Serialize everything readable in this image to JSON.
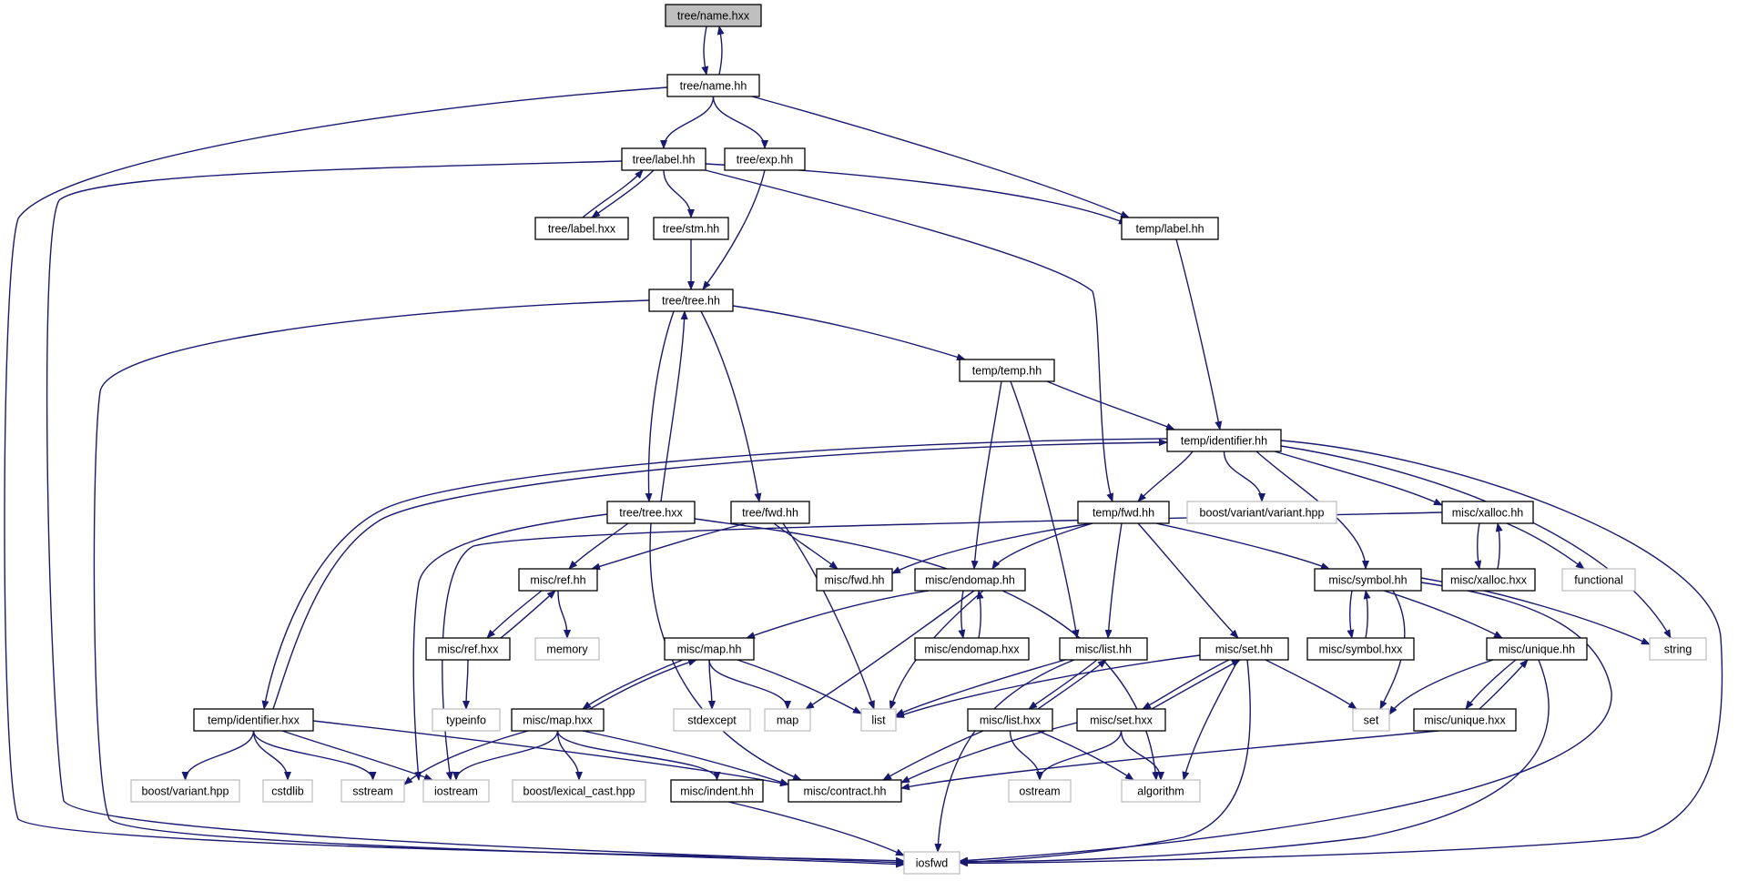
{
  "diagram": {
    "type": "include-dependency-graph",
    "colors": {
      "edge": "#191970",
      "root_fill": "#bfbfbf",
      "system_border": "#bfbfbf",
      "header_border": "#000000"
    },
    "nodes": [
      {
        "id": "n0",
        "label": "tree/name.hxx",
        "kind": "root"
      },
      {
        "id": "n1",
        "label": "tree/name.hh",
        "kind": "header"
      },
      {
        "id": "n2",
        "label": "tree/label.hh",
        "kind": "header"
      },
      {
        "id": "n3",
        "label": "tree/exp.hh",
        "kind": "header"
      },
      {
        "id": "n4",
        "label": "tree/label.hxx",
        "kind": "header"
      },
      {
        "id": "n5",
        "label": "tree/stm.hh",
        "kind": "header"
      },
      {
        "id": "n6",
        "label": "temp/label.hh",
        "kind": "header"
      },
      {
        "id": "n7",
        "label": "tree/tree.hh",
        "kind": "header"
      },
      {
        "id": "n8",
        "label": "temp/temp.hh",
        "kind": "header"
      },
      {
        "id": "n9",
        "label": "temp/identifier.hh",
        "kind": "header"
      },
      {
        "id": "n10",
        "label": "tree/tree.hxx",
        "kind": "header"
      },
      {
        "id": "n11",
        "label": "tree/fwd.hh",
        "kind": "header"
      },
      {
        "id": "n12",
        "label": "temp/fwd.hh",
        "kind": "header"
      },
      {
        "id": "n13",
        "label": "boost/variant/variant.hpp",
        "kind": "system"
      },
      {
        "id": "n14",
        "label": "misc/xalloc.hh",
        "kind": "header"
      },
      {
        "id": "n15",
        "label": "misc/ref.hh",
        "kind": "header"
      },
      {
        "id": "n16",
        "label": "misc/fwd.hh",
        "kind": "header"
      },
      {
        "id": "n17",
        "label": "misc/endomap.hh",
        "kind": "header"
      },
      {
        "id": "n18",
        "label": "misc/symbol.hh",
        "kind": "header"
      },
      {
        "id": "n19",
        "label": "misc/xalloc.hxx",
        "kind": "header"
      },
      {
        "id": "n20",
        "label": "functional",
        "kind": "system"
      },
      {
        "id": "n21",
        "label": "misc/ref.hxx",
        "kind": "header"
      },
      {
        "id": "n22",
        "label": "memory",
        "kind": "system"
      },
      {
        "id": "n23",
        "label": "misc/map.hh",
        "kind": "header"
      },
      {
        "id": "n24",
        "label": "misc/endomap.hxx",
        "kind": "header"
      },
      {
        "id": "n25",
        "label": "misc/list.hh",
        "kind": "header"
      },
      {
        "id": "n26",
        "label": "misc/set.hh",
        "kind": "header"
      },
      {
        "id": "n27",
        "label": "misc/symbol.hxx",
        "kind": "header"
      },
      {
        "id": "n28",
        "label": "misc/unique.hh",
        "kind": "header"
      },
      {
        "id": "n29",
        "label": "string",
        "kind": "system"
      },
      {
        "id": "n30",
        "label": "typeinfo",
        "kind": "system"
      },
      {
        "id": "n31",
        "label": "temp/identifier.hxx",
        "kind": "header"
      },
      {
        "id": "n32",
        "label": "misc/map.hxx",
        "kind": "header"
      },
      {
        "id": "n33",
        "label": "stdexcept",
        "kind": "system"
      },
      {
        "id": "n34",
        "label": "map",
        "kind": "system"
      },
      {
        "id": "n35",
        "label": "list",
        "kind": "system"
      },
      {
        "id": "n36",
        "label": "misc/list.hxx",
        "kind": "header"
      },
      {
        "id": "n37",
        "label": "misc/set.hxx",
        "kind": "header"
      },
      {
        "id": "n38",
        "label": "set",
        "kind": "system"
      },
      {
        "id": "n39",
        "label": "misc/unique.hxx",
        "kind": "header"
      },
      {
        "id": "n40",
        "label": "boost/variant.hpp",
        "kind": "system"
      },
      {
        "id": "n41",
        "label": "cstdlib",
        "kind": "system"
      },
      {
        "id": "n42",
        "label": "sstream",
        "kind": "system"
      },
      {
        "id": "n43",
        "label": "iostream",
        "kind": "system"
      },
      {
        "id": "n44",
        "label": "boost/lexical_cast.hpp",
        "kind": "system"
      },
      {
        "id": "n45",
        "label": "misc/indent.hh",
        "kind": "header"
      },
      {
        "id": "n46",
        "label": "misc/contract.hh",
        "kind": "header"
      },
      {
        "id": "n47",
        "label": "ostream",
        "kind": "system"
      },
      {
        "id": "n48",
        "label": "algorithm",
        "kind": "system"
      },
      {
        "id": "n49",
        "label": "iosfwd",
        "kind": "system"
      }
    ]
  }
}
